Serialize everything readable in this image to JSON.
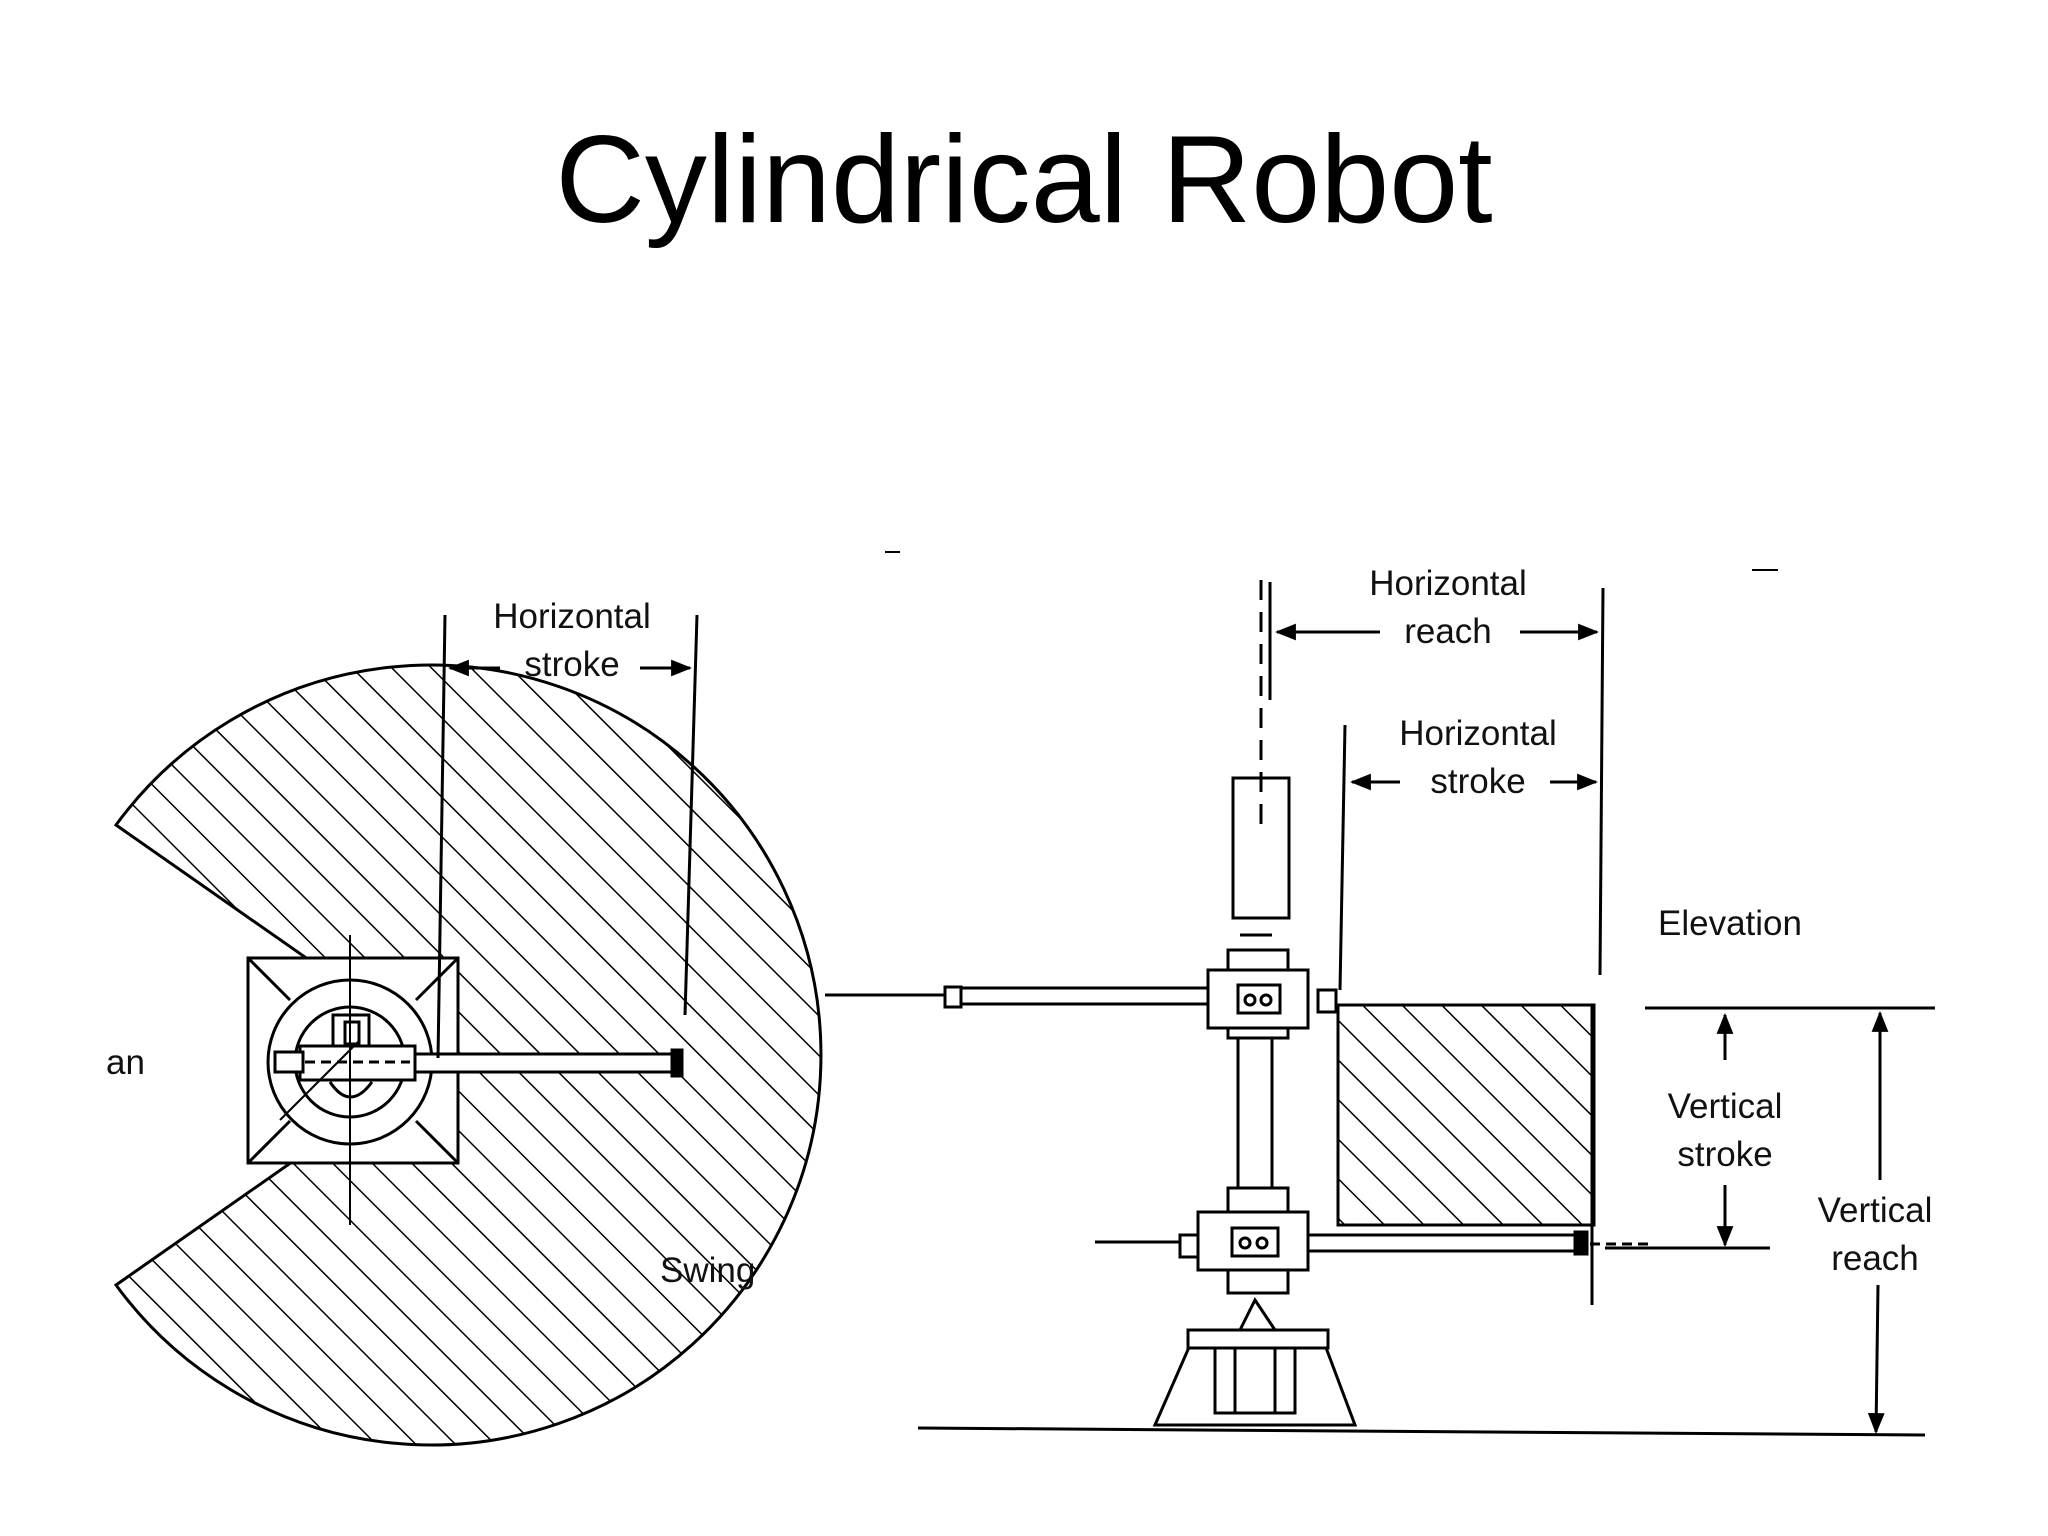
{
  "slide": {
    "title": "Cylindrical Robot"
  },
  "plan_view": {
    "partial_label": "an",
    "horizontal_stroke_line1": "Horizontal",
    "horizontal_stroke_line2": "stroke",
    "swing_label": "Swing"
  },
  "elevation_view": {
    "horizontal_reach_line1": "Horizontal",
    "horizontal_reach_line2": "reach",
    "horizontal_stroke_line1": "Horizontal",
    "horizontal_stroke_line2": "stroke",
    "elevation_label": "Elevation",
    "vertical_stroke_line1": "Vertical",
    "vertical_stroke_line2": "stroke",
    "vertical_reach_line1": "Vertical",
    "vertical_reach_line2": "reach"
  }
}
